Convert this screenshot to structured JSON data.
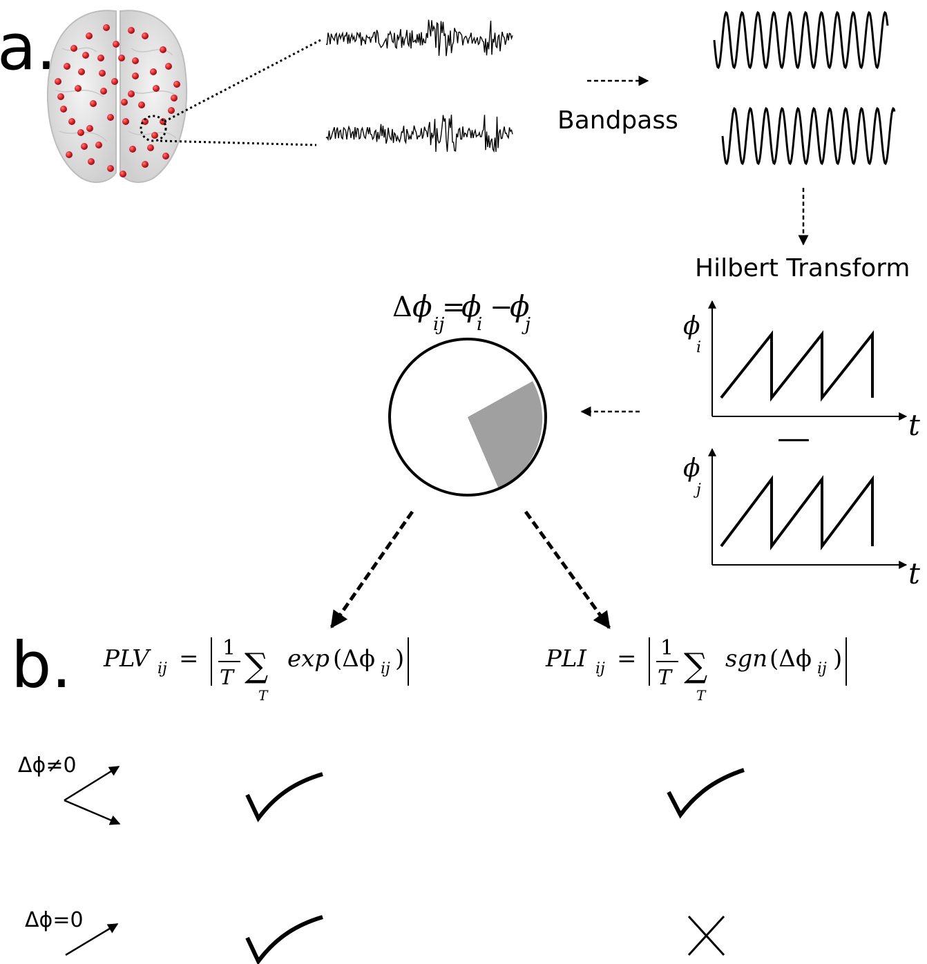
{
  "panels": {
    "a": {
      "label": "a."
    },
    "b": {
      "label": "b."
    }
  },
  "steps": {
    "bandpass": "Bandpass",
    "hilbert": "Hilbert Transform"
  },
  "phase_difference": {
    "delta": "Δ",
    "phi": "ϕ",
    "ij": "ij",
    "equals": "=",
    "minus": "−",
    "i": "i",
    "j": "j"
  },
  "phase_plots": {
    "top": {
      "symbol": "ϕ",
      "index": "i",
      "x_axis": "t"
    },
    "bottom": {
      "symbol": "ϕ",
      "index": "j",
      "x_axis": "t"
    },
    "separator": "—"
  },
  "formulas": {
    "plv": {
      "name": "PLV",
      "sub": "ij",
      "eq": "=",
      "frac_num": "1",
      "frac_den": "T",
      "sum": "∑",
      "sum_sub": "T",
      "func": "exp",
      "arg": "(Δϕ",
      "arg_sub": "ij",
      "close": ")"
    },
    "pli": {
      "name": "PLI",
      "sub": "ij",
      "eq": "=",
      "frac_num": "1",
      "frac_den": "T",
      "sum": "∑",
      "sum_sub": "T",
      "func": "sgn",
      "arg": "(Δϕ",
      "arg_sub": "ij",
      "close": ")"
    }
  },
  "conditions": [
    {
      "label": "Δϕ≠0",
      "plv": "check",
      "pli": "check"
    },
    {
      "label": "Δϕ=0",
      "plv": "check",
      "pli": "cross"
    }
  ],
  "colors": {
    "electrode": "#d41e24",
    "brain": "#d9d9d9",
    "sector": "#a0a0a0"
  }
}
